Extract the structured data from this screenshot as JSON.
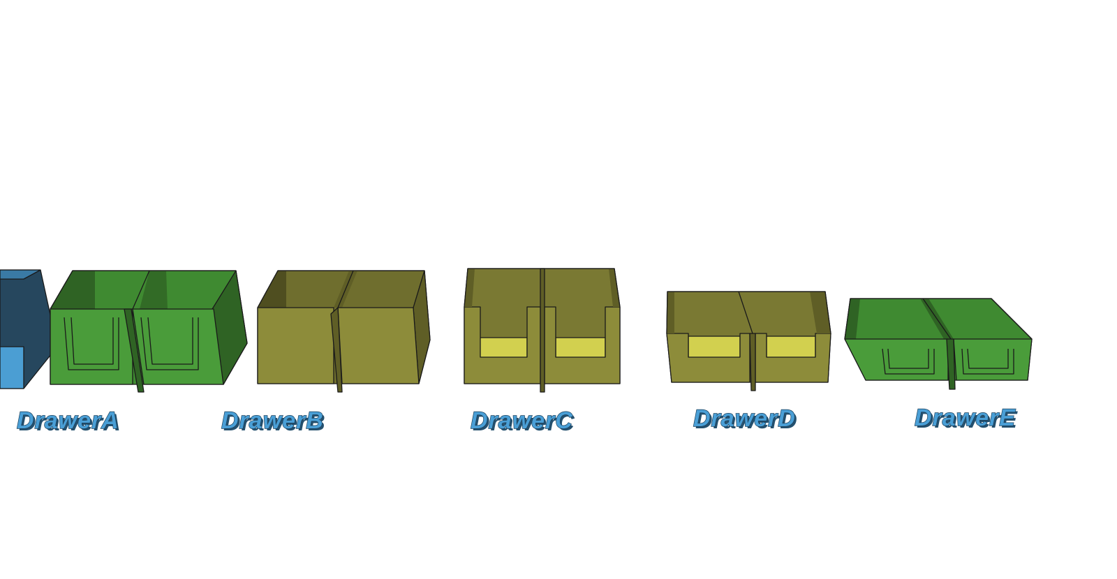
{
  "scene": {
    "background": "#ffffff",
    "drawers": [
      {
        "label": "DrawerA",
        "color_front": "#4a9c3a",
        "color_side": "#2f6324",
        "color_inner": "#3f8a31",
        "cutout": "u-slot"
      },
      {
        "label": "DrawerB",
        "color_front": "#8d8c3a",
        "color_side": "#5f5e26",
        "color_inner": "#6f6e2e",
        "cutout": "none"
      },
      {
        "label": "DrawerC",
        "color_front": "#8d8c3a",
        "color_side": "#5f5e26",
        "color_inner": "#7a7933",
        "floor": "#d2d04f",
        "cutout": "notch-tall"
      },
      {
        "label": "DrawerD",
        "color_front": "#8d8c3a",
        "color_side": "#5f5e26",
        "color_inner": "#7a7933",
        "floor": "#d2d04f",
        "cutout": "notch-short"
      },
      {
        "label": "DrawerE",
        "color_front": "#4a9c3a",
        "color_side": "#2f6324",
        "color_inner": "#3f8a31",
        "cutout": "u-slot-short"
      }
    ],
    "cabinet_partial": {
      "color_front": "#4b9ed3",
      "color_side": "#26475e"
    }
  }
}
